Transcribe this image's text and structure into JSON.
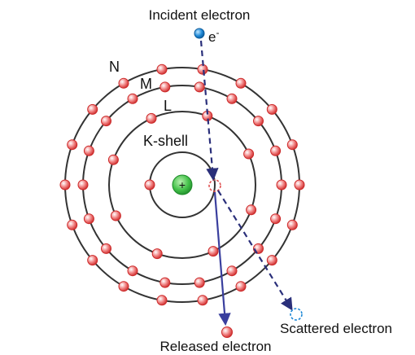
{
  "labels": {
    "incident": "Incident electron",
    "electron_symbol": "e",
    "electron_charge": "-",
    "shell_n": "N",
    "shell_m": "M",
    "shell_l": "L",
    "shell_k": "K-shell",
    "nucleus_sign": "+",
    "released": "Released electron",
    "scattered": "Scattered electron"
  },
  "colors": {
    "shell_line": "#333333",
    "electron_fill": "#f08080",
    "electron_edge": "#cc2a2a",
    "nucleus_fill": "#44c24a",
    "incident_fill": "#1e88d6",
    "path_dashed": "#2a2f7a",
    "path_released": "#3a3f9e",
    "vacancy": "#e05050",
    "scattered_outline": "#1e88d6"
  },
  "icons": {
    "nucleus": "nucleus-plus-icon",
    "electron": "electron-dot-icon",
    "vacancy": "vacancy-dashed-circle-icon"
  }
}
